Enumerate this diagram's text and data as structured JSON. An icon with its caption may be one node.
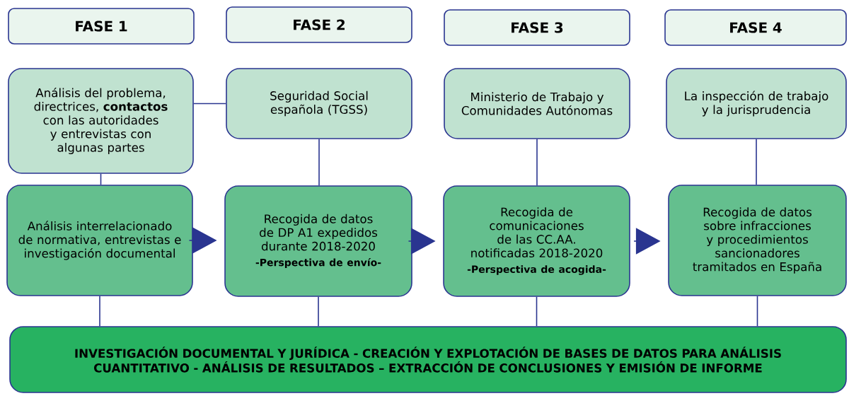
{
  "diagram": {
    "nodes": [
      {
        "text": [
          "FASE 1"
        ]
      },
      {
        "text": [
          "FASE 2"
        ]
      },
      {
        "text": [
          "FASE 3"
        ]
      },
      {
        "text": [
          "FASE 4"
        ]
      },
      {
        "text": [
          "Análisis del problema, directrices, **contactos** con las autoridades y entrevistas con algunas partes"
        ]
      },
      {
        "text": [
          "Seguridad Social española (TGSS)"
        ]
      },
      {
        "text": [
          "Ministerio de Trabajo y Comunidades Autónomas"
        ]
      },
      {
        "text": [
          "La inspección de trabajo y la jurisprudencia"
        ]
      },
      {
        "text": [
          "Análisis interrelacionado de normativa, entrevistas e investigación documental"
        ]
      },
      {
        "text": [
          "Recogida de datos de DP A1 expedidos durante 2018-2020",
          "-Perspectiva de envío-"
        ]
      },
      {
        "text": [
          "Recogida de comunicaciones de las CC.AA. notificadas 2018-2020",
          "-Perspectiva de acogida-"
        ]
      },
      {
        "text": [
          "Recogida de datos sobre infracciones y procedimientos sancionadores tramitados en España"
        ]
      },
      {
        "text": [
          "INVESTIGACIÓN DOCUMENTAL Y JURÍDICA - CREACIÓN Y EXPLOTACIÓN DE BASES DE DATOS PARA ANÁLISIS CUANTITATIVO - ANÁLISIS DE RESULTADOS – EXTRACCIÓN DE CONCLUSIONES Y EMISIÓN DE INFORME"
        ]
      }
    ],
    "edges": [
      {
        "from": 4,
        "to": 5,
        "arrow": "none"
      },
      {
        "from": 4,
        "to": 8,
        "arrow": "none"
      },
      {
        "from": 5,
        "to": 9,
        "arrow": "none"
      },
      {
        "from": 6,
        "to": 10,
        "arrow": "none"
      },
      {
        "from": 7,
        "to": 11,
        "arrow": "none"
      },
      {
        "from": 8,
        "to": 9,
        "arrow": "to"
      },
      {
        "from": 9,
        "to": 10,
        "arrow": "to"
      },
      {
        "from": 10,
        "to": 11,
        "arrow": "to"
      },
      {
        "from": 8,
        "to": 12,
        "arrow": "none"
      },
      {
        "from": 9,
        "to": 12,
        "arrow": "none"
      },
      {
        "from": 10,
        "to": 12,
        "arrow": "none"
      },
      {
        "from": 11,
        "to": 12,
        "arrow": "none"
      }
    ]
  }
}
